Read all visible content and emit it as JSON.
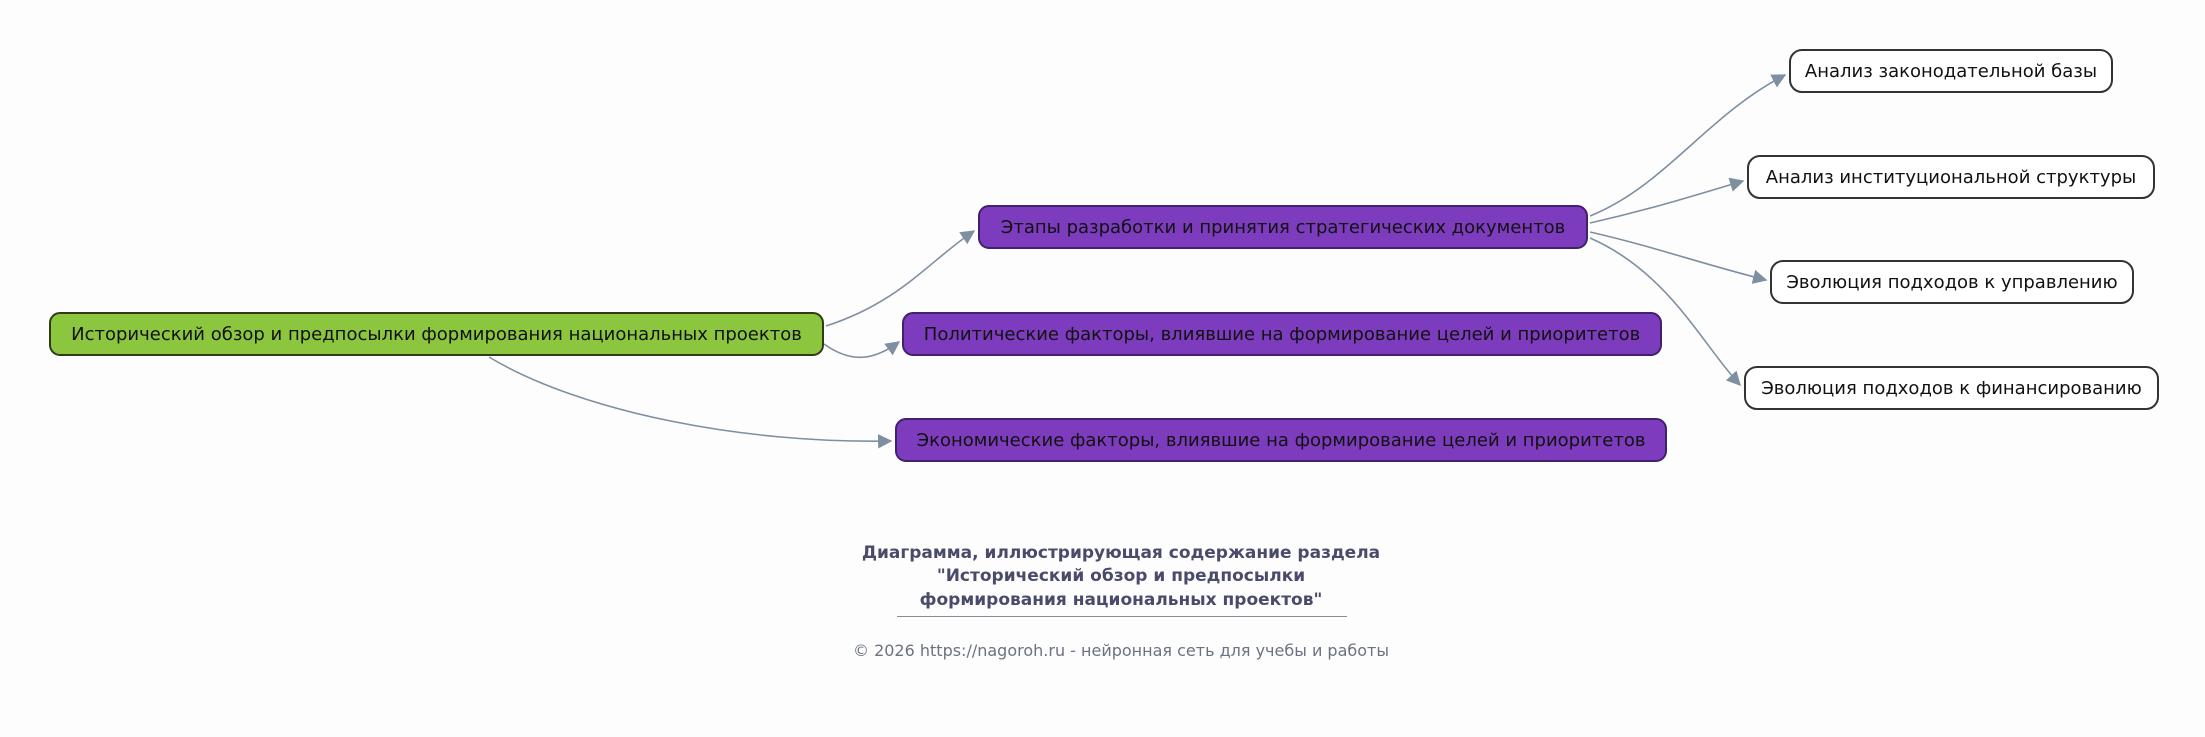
{
  "diagram": {
    "root": {
      "id": "root",
      "label": "Исторический обзор и предпосылки формирования национальных проектов"
    },
    "branches": [
      {
        "id": "stages",
        "label": "Этапы разработки и принятия стратегических документов"
      },
      {
        "id": "political",
        "label": "Политические факторы, влиявшие на формирование целей и приоритетов"
      },
      {
        "id": "economic",
        "label": "Экономические факторы, влиявшие на формирование целей и приоритетов"
      }
    ],
    "leaves": [
      {
        "id": "legal",
        "label": "Анализ законодательной базы"
      },
      {
        "id": "institutional",
        "label": "Анализ институциональной структуры"
      },
      {
        "id": "management",
        "label": "Эволюция подходов к управлению"
      },
      {
        "id": "financing",
        "label": "Эволюция подходов к финансированию"
      }
    ],
    "edges": [
      {
        "from": "root",
        "to": "stages"
      },
      {
        "from": "root",
        "to": "political"
      },
      {
        "from": "root",
        "to": "economic"
      },
      {
        "from": "stages",
        "to": "legal"
      },
      {
        "from": "stages",
        "to": "institutional"
      },
      {
        "from": "stages",
        "to": "management"
      },
      {
        "from": "stages",
        "to": "financing"
      }
    ]
  },
  "caption": {
    "line1": "Диаграмма, иллюстрирующая содержание раздела",
    "line2": "\"Исторический обзор и предпосылки",
    "line3": "формирования национальных проектов\""
  },
  "footer": {
    "text": "© 2026 https://nagoroh.ru - нейронная сеть для учебы и работы"
  },
  "colors": {
    "page_bg": "#fdfdfe",
    "root_fill": "#8cc63e",
    "root_border": "#2f3b17",
    "branch_fill": "#7d3cbd",
    "branch_border": "#41216b",
    "leaf_fill": "#ffffff",
    "leaf_border": "#333333",
    "node_text": "#111111",
    "edge_color": "#7d8fa0",
    "caption_color": "#4a4a6b",
    "separator_color": "#8a8a9a",
    "footer_color": "#6b7280"
  }
}
